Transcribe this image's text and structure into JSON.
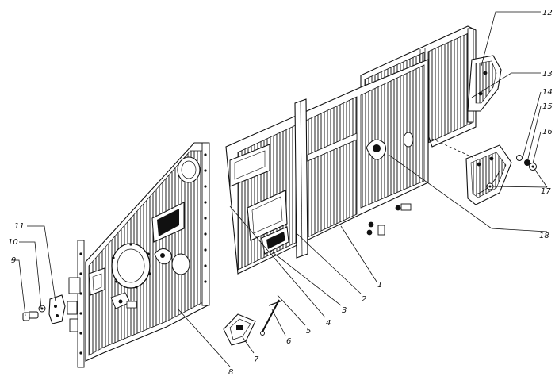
{
  "callouts": [
    {
      "id": "1",
      "label": "1"
    },
    {
      "id": "2",
      "label": "2"
    },
    {
      "id": "3",
      "label": "3"
    },
    {
      "id": "4",
      "label": "4"
    },
    {
      "id": "5",
      "label": "5"
    },
    {
      "id": "6",
      "label": "6"
    },
    {
      "id": "7",
      "label": "7"
    },
    {
      "id": "8",
      "label": "8"
    },
    {
      "id": "9",
      "label": "9"
    },
    {
      "id": "10",
      "label": "10"
    },
    {
      "id": "11",
      "label": "11"
    },
    {
      "id": "12",
      "label": "12"
    },
    {
      "id": "13",
      "label": "13"
    },
    {
      "id": "14",
      "label": "14"
    },
    {
      "id": "15",
      "label": "15"
    },
    {
      "id": "16",
      "label": "16"
    },
    {
      "id": "17",
      "label": "17"
    },
    {
      "id": "18",
      "label": "18"
    }
  ],
  "colors": {
    "ink": "#111111",
    "paper": "#ffffff"
  }
}
